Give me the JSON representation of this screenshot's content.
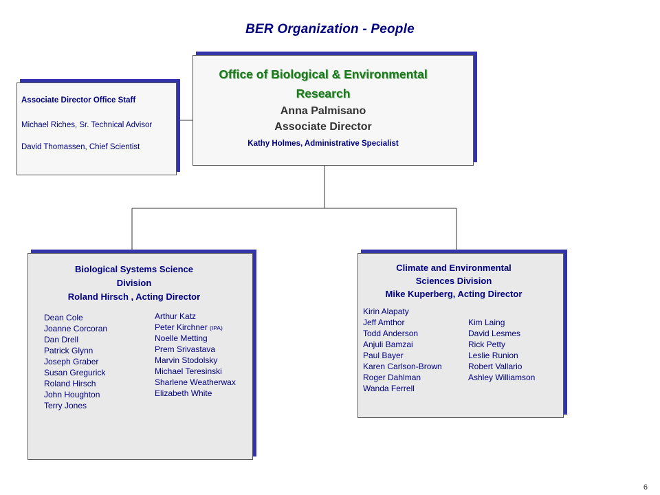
{
  "title": "BER Organization - People",
  "main": {
    "heading_line1": "Office of Biological & Environmental",
    "heading_line2": "Research",
    "director_name": "Anna Palmisano",
    "director_title": "Associate Director",
    "admin": "Kathy Holmes, Administrative Specialist"
  },
  "staff": {
    "heading": "Associate Director Office Staff",
    "members": [
      "Michael Riches, Sr. Technical Advisor",
      "David Thomassen, Chief Scientist"
    ]
  },
  "bio_division": {
    "heading": [
      "Biological Systems Science",
      "Division",
      "Roland Hirsch , Acting Director"
    ],
    "col1": [
      "Dean Cole",
      "Joanne Corcoran",
      "Dan Drell",
      "Patrick Glynn",
      "Joseph Graber",
      "Susan Gregurick",
      "Roland Hirsch",
      "John Houghton",
      "Terry  Jones"
    ],
    "col2": [
      "Arthur Katz",
      "Peter Kirchner",
      "Noelle Metting",
      "Prem Srivastava",
      "Marvin Stodolsky",
      "Michael Teresinski",
      "Sharlene  Weatherwax",
      "Elizabeth White"
    ],
    "col2_note": "(IPA)"
  },
  "climate_division": {
    "heading": [
      "Climate and Environmental",
      "Sciences Division",
      "Mike Kuperberg, Acting Director"
    ],
    "col1": [
      "Kirin Alapaty",
      "Jeff Amthor",
      "Todd Anderson",
      "Anjuli Bamzai",
      "Paul Bayer",
      "Karen Carlson-Brown",
      "Roger Dahlman",
      "Wanda Ferrell"
    ],
    "col2": [
      "Kim Laing",
      "David Lesmes",
      "Rick Petty",
      "Leslie Runion",
      "Robert Vallario",
      "Ashley Williamson"
    ]
  },
  "page_number": "6"
}
